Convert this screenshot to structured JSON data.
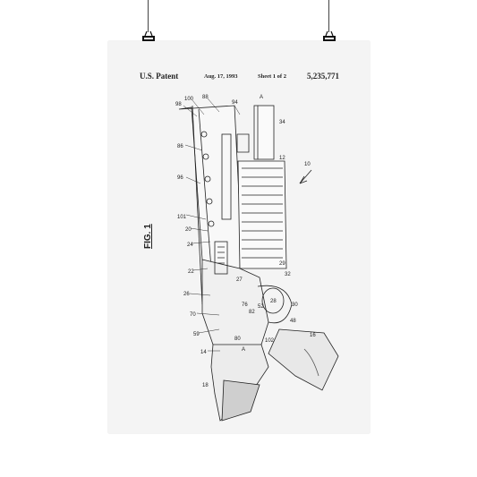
{
  "patent": {
    "office": "U.S. Patent",
    "date": "Aug. 17, 1993",
    "sheet": "Sheet 1 of 2",
    "number": "5,235,771"
  },
  "figure": {
    "label": "FIG. 1",
    "reference_numerals": [
      "98",
      "100",
      "88",
      "94",
      "A",
      "34",
      "86",
      "12",
      "10",
      "96",
      "101",
      "20",
      "24",
      "22",
      "29",
      "32",
      "27",
      "28",
      "26",
      "76",
      "82",
      "52",
      "30",
      "70",
      "59",
      "80",
      "A",
      "102",
      "48",
      "16",
      "14",
      "18"
    ]
  }
}
